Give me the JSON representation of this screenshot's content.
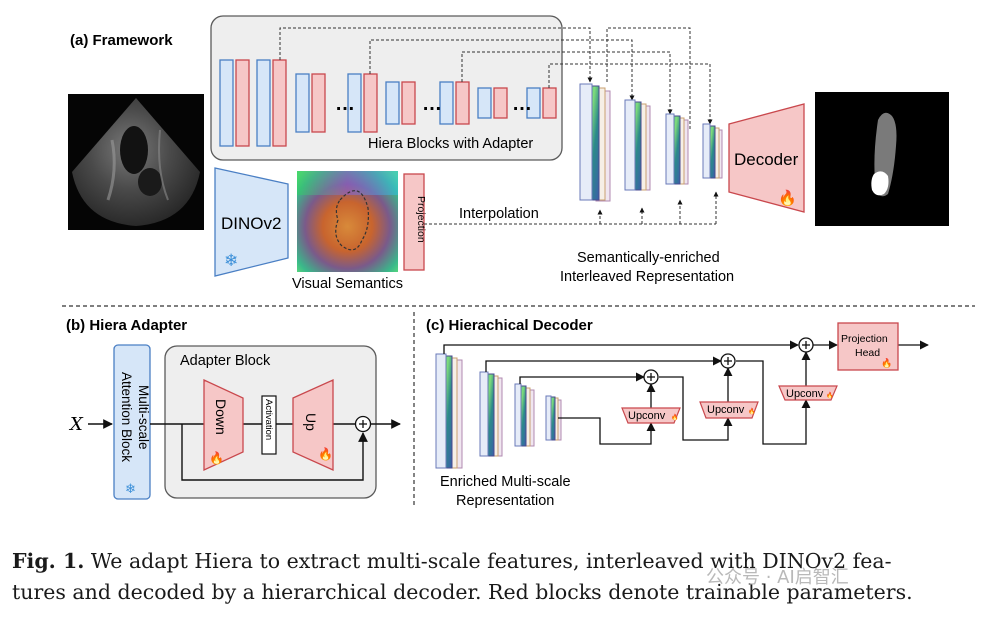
{
  "panels": {
    "framework": "(a) Framework",
    "adapter": "(b) Hiera Adapter",
    "decoder": "(c) Hierachical Decoder"
  },
  "labels": {
    "hiera_blocks": "Hiera Blocks with Adapter",
    "dinov2": "DINOv2",
    "visual_semantics": "Visual Semantics",
    "projection": "Projection",
    "interpolation": "Interpolation",
    "semantic_1": "Semantically-enriched",
    "semantic_2": "Interleaved Representation",
    "decoder": "Decoder",
    "ellipsis": "…",
    "mhsa_1": "Multi-scale",
    "mhsa_2": "Attention Block",
    "adapter_block": "Adapter Block",
    "down": "Down",
    "activation": "Activation",
    "up": "Up",
    "x_input": "X",
    "plus": "+",
    "upconv": "Upconv",
    "proj_head_1": "Projection",
    "proj_head_2": "Head",
    "enriched_1": "Enriched Multi-scale",
    "enriched_2": "Representation"
  },
  "caption": {
    "fig_label": "Fig. 1.",
    "line1": "We adapt Hiera to extract multi-scale features, interleaved with DINOv2 fea-",
    "line2": "tures and decoded by a hierarchical decoder. Red blocks denote trainable parameters."
  },
  "watermark": "公众号 · AI启智汇",
  "colors": {
    "blue_fill": "#d6e6f8",
    "blue_stroke": "#4a7fc4",
    "red_fill": "#f6c7c7",
    "red_stroke": "#c9484d",
    "panel_fill": "#eeeeee",
    "panel_stroke": "#5a5a5a"
  },
  "icons": [
    "snowflake-icon",
    "flame-icon",
    "circle-plus-icon"
  ]
}
